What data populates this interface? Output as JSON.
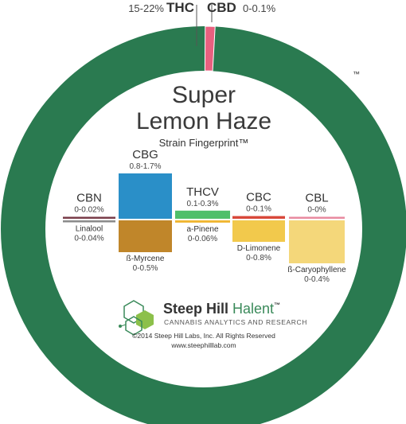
{
  "chart_data": {
    "type": "bar",
    "title": "Super Lemon Haze",
    "title_lines": [
      "Super",
      "Lemon Haze"
    ],
    "subtitle": "Strain Fingerprint™",
    "trademark": "™",
    "ring": {
      "thc": {
        "name": "THC",
        "range": "15-22%",
        "max": 22
      },
      "cbd": {
        "name": "CBD",
        "range": "0-0.1%",
        "max": 0.1
      }
    },
    "cannabinoids": [
      {
        "name": "CBN",
        "range": "0-0.02%",
        "max": 0.02
      },
      {
        "name": "CBG",
        "range": "0.8-1.7%",
        "max": 1.7
      },
      {
        "name": "THCV",
        "range": "0.1-0.3%",
        "max": 0.3
      },
      {
        "name": "CBC",
        "range": "0-0.1%",
        "max": 0.1
      },
      {
        "name": "CBL",
        "range": "0-0%",
        "max": 0
      }
    ],
    "terpenes": [
      {
        "name": "Linalool",
        "range": "0-0.04%",
        "max": 0.04
      },
      {
        "name": "ß-Myrcene",
        "range": "0-0.5%",
        "max": 0.5
      },
      {
        "name": "a-Pinene",
        "range": "0-0.06%",
        "max": 0.06
      },
      {
        "name": "D-Limonene",
        "range": "0-0.8%",
        "max": 0.8
      },
      {
        "name": "ß-Caryophyllene",
        "range": "0-0.4%",
        "max": 0.4
      }
    ],
    "colors": {
      "ring": "#2a7a50",
      "cbd": "#e8607f",
      "cbn": "#7a3e4a",
      "cbg": "#2a8fc8",
      "thcv": "#4fbf6a",
      "cbc": "#d8483a",
      "cbl": "#e88aa0",
      "linalool": "#8a8a8a",
      "myrcene": "#c0862a",
      "pinene": "#f0b630",
      "limonene": "#f2c94c",
      "caryophyllene": "#f4d77a"
    }
  },
  "brand": {
    "name": "Steep Hill Halent",
    "name_main": "Steep Hill ",
    "name_accent": "Halent",
    "trademark": "™",
    "tagline": "CANNABIS ANALYTICS AND RESEARCH",
    "copyright": "©2014 Steep Hill Labs, Inc. All Rights Reserved",
    "website": "www.steephilllab.com",
    "colors": {
      "green": "#3a8a5a",
      "lightgreen": "#8cc04a",
      "text": "#333333"
    }
  }
}
